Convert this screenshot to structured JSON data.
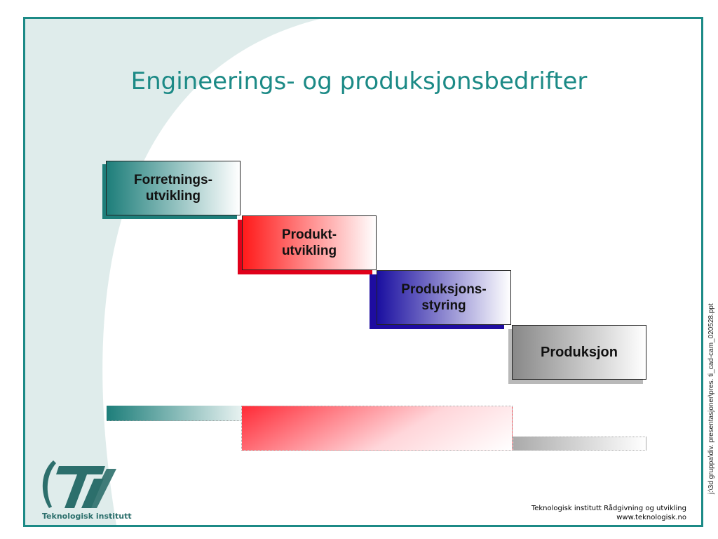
{
  "slide": {
    "title": "Engineerings- og produksjonsbedrifter",
    "side_path": "j:\\3d gruppa\\div. presentasjoner\\pres. ti_cad-cam_020528.ppt"
  },
  "steps": [
    {
      "line1": "Forretnings-",
      "line2": "utvikling",
      "color": "#1d7e7a"
    },
    {
      "line1": "Produkt-",
      "line2": "utvikling",
      "color": "#ff1a1a"
    },
    {
      "line1": "Produksjons-",
      "line2": "styring",
      "color": "#1a0fa0"
    },
    {
      "line1": "Produksjon",
      "line2": "",
      "color": "#888888"
    }
  ],
  "footer": {
    "line1": "Teknologisk institutt Rådgivning og utvikling",
    "line2": "www.teknologisk.no"
  },
  "logo": {
    "text": "Teknologisk institutt",
    "icon": "ti-logo-icon"
  },
  "colors": {
    "accent": "#1c8a86",
    "arc": "#dfeceb"
  }
}
